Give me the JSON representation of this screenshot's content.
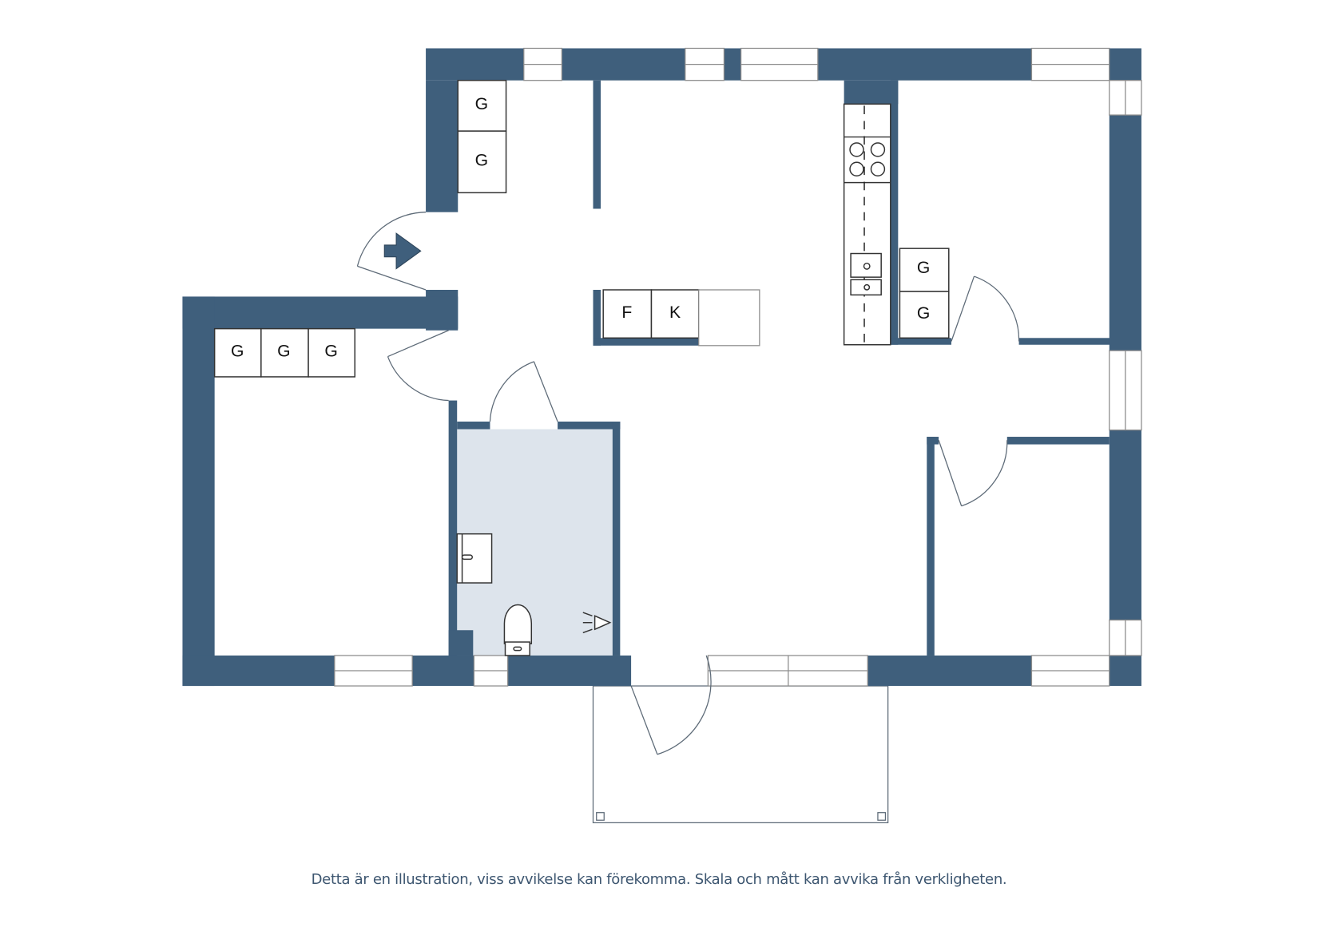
{
  "floorplan": {
    "colors": {
      "wall": "#3f5f7c",
      "wet_room": "#dde4ec",
      "background": "#ffffff",
      "disclaimer_text": "#3d5670"
    },
    "cabinet_labels": {
      "hall_top_1": "G",
      "hall_top_2": "G",
      "bedroom_left_1": "G",
      "bedroom_left_2": "G",
      "bedroom_left_3": "G",
      "kitchen_right_1": "G",
      "kitchen_right_2": "G",
      "fridge": "F",
      "freezer": "K"
    },
    "symbols": {
      "entrance": "entrance-arrow-icon",
      "stove": "stove-icon",
      "sink": "sink-icon",
      "toilet": "toilet-icon",
      "washbasin": "washbasin-icon",
      "shower": "shower-icon"
    }
  },
  "footer": {
    "disclaimer": "Detta är en illustration, viss avvikelse kan förekomma. Skala och mått kan avvika från verkligheten."
  }
}
